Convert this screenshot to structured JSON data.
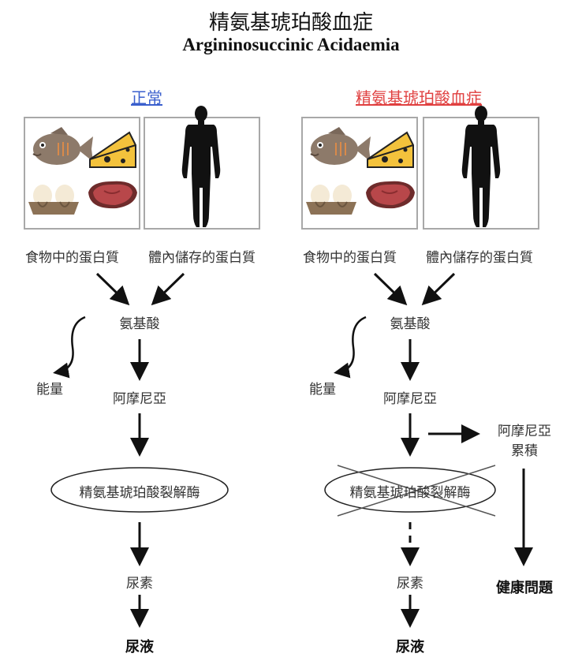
{
  "title_cn": "精氨基琥珀酸血症",
  "title_en": "Argininosuccinic Acidaemia",
  "columns": {
    "normal": {
      "heading": "正常",
      "food_protein": "食物中的蛋白質",
      "body_protein": "體內儲存的蛋白質",
      "amino_acids": "氨基酸",
      "energy": "能量",
      "ammonia": "阿摩尼亞",
      "enzyme": "精氨基琥珀酸裂解酶",
      "urea": "尿素",
      "urine": "尿液"
    },
    "disease": {
      "heading": "精氨基琥珀酸血症",
      "food_protein": "食物中的蛋白質",
      "body_protein": "體內儲存的蛋白質",
      "amino_acids": "氨基酸",
      "energy": "能量",
      "ammonia": "阿摩尼亞",
      "ammonia_accumulation_line1": "阿摩尼亞",
      "ammonia_accumulation_line2": "累積",
      "enzyme": "精氨基琥珀酸裂解酶",
      "health_problems": "健康問題",
      "urea": "尿素",
      "urine": "尿液"
    }
  },
  "colors": {
    "normal_heading": "#3a5fcd",
    "disease_heading": "#e04040",
    "arrow": "#111111",
    "panel_border": "#a8a8a8"
  },
  "icons": [
    "fish-icon",
    "cheese-icon",
    "eggs-icon",
    "steak-icon",
    "human-silhouette-icon"
  ]
}
